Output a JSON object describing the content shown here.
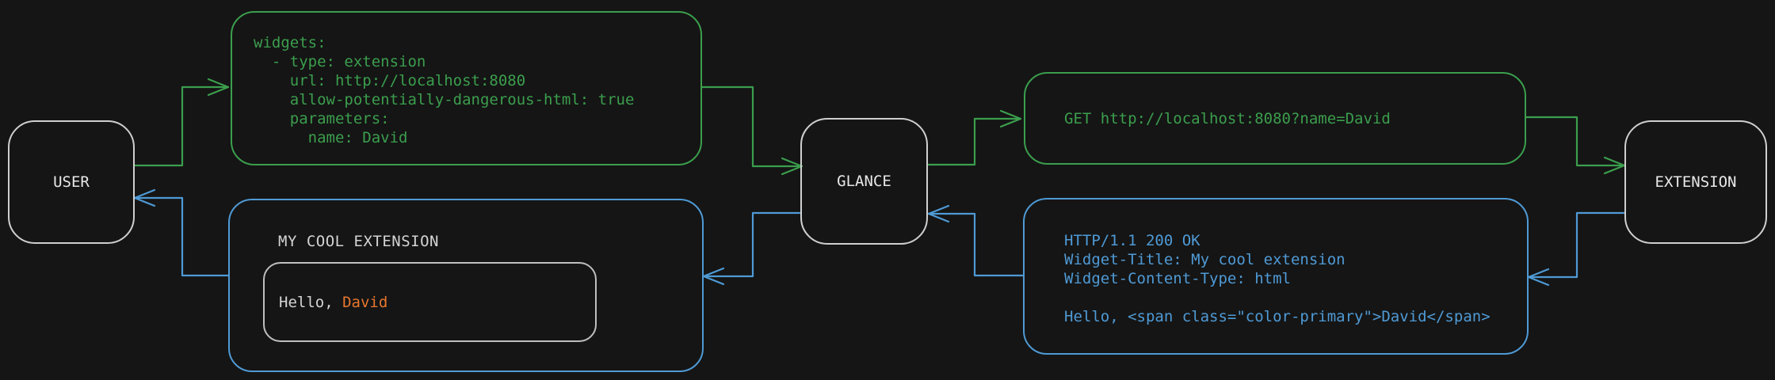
{
  "colors": {
    "background": "#151515",
    "request_green": "#3b9e4d",
    "response_blue": "#4f9ad5",
    "accent_orange": "#e8772e",
    "node_border": "#cfcfcf",
    "node_text": "#e8e8e8",
    "muted_text": "#d4d4d4"
  },
  "nodes": {
    "user": {
      "label": "USER"
    },
    "glance": {
      "label": "GLANCE"
    },
    "extension": {
      "label": "EXTENSION"
    }
  },
  "config_box": {
    "lines": [
      "widgets:",
      "  - type: extension",
      "    url: http://localhost:8080",
      "    allow-potentially-dangerous-html: true",
      "    parameters:",
      "      name: David"
    ]
  },
  "request_box": {
    "text": "GET http://localhost:8080?name=David"
  },
  "response_box": {
    "lines": [
      "HTTP/1.1 200 OK",
      "Widget-Title: My cool extension",
      "Widget-Content-Type: html",
      "",
      "Hello, <span class=\"color-primary\">David</span>"
    ]
  },
  "widget_preview": {
    "title": "MY COOL EXTENSION",
    "greeting_prefix": "Hello, ",
    "greeting_name": "David"
  }
}
